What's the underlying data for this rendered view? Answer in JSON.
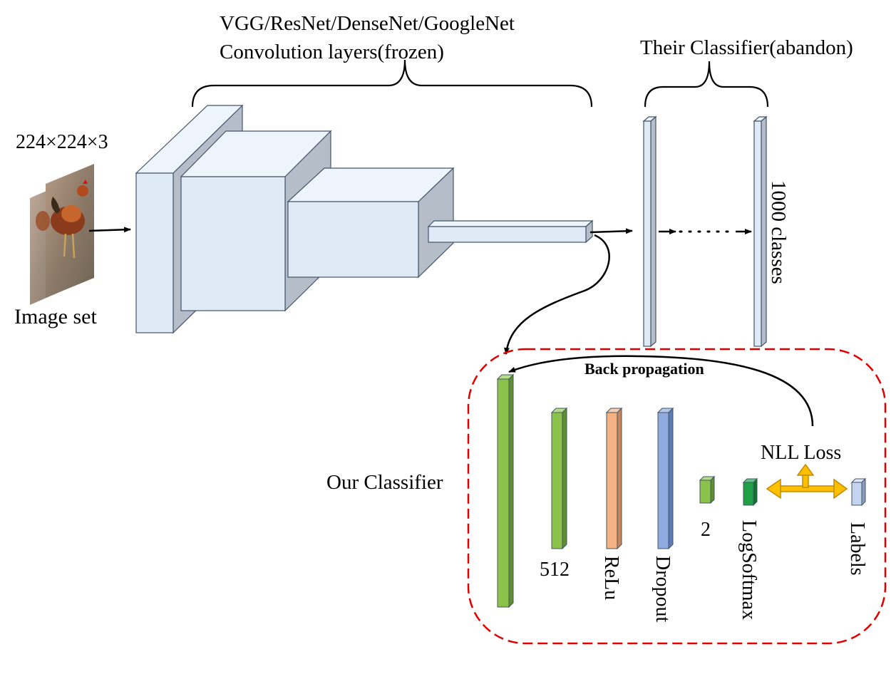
{
  "labels": {
    "backbone_line1": "VGG/ResNet/DenseNet/GoogleNet",
    "backbone_line2": "Convolution  layers(frozen)",
    "their_classifier": "Their Classifier(abandon)",
    "input_size": "224×224×3",
    "image_set": "Image  set",
    "classes": "1000 classes",
    "back_propagation": "Back propagation",
    "nll_loss": "NLL Loss",
    "our_classifier": "Our Classifier",
    "dim_512": "512",
    "relu": "ReLu",
    "dropout": "Dropout",
    "dim_2": "2",
    "logsoftmax": "LogSoftmax",
    "labels": "Labels"
  },
  "colors": {
    "conv_front": "#deeaf6",
    "conv_side": "#b4bdc8",
    "conv_top": "#eef4fb",
    "stroke": "#44546a",
    "green": "#8bc34a",
    "dark_green": "#1fa045",
    "orange": "#f4b183",
    "blue": "#8faadc",
    "label_blue": "#c5d4ee",
    "dashed_box": "#e00000",
    "loss_arrow": "#ffc000"
  }
}
